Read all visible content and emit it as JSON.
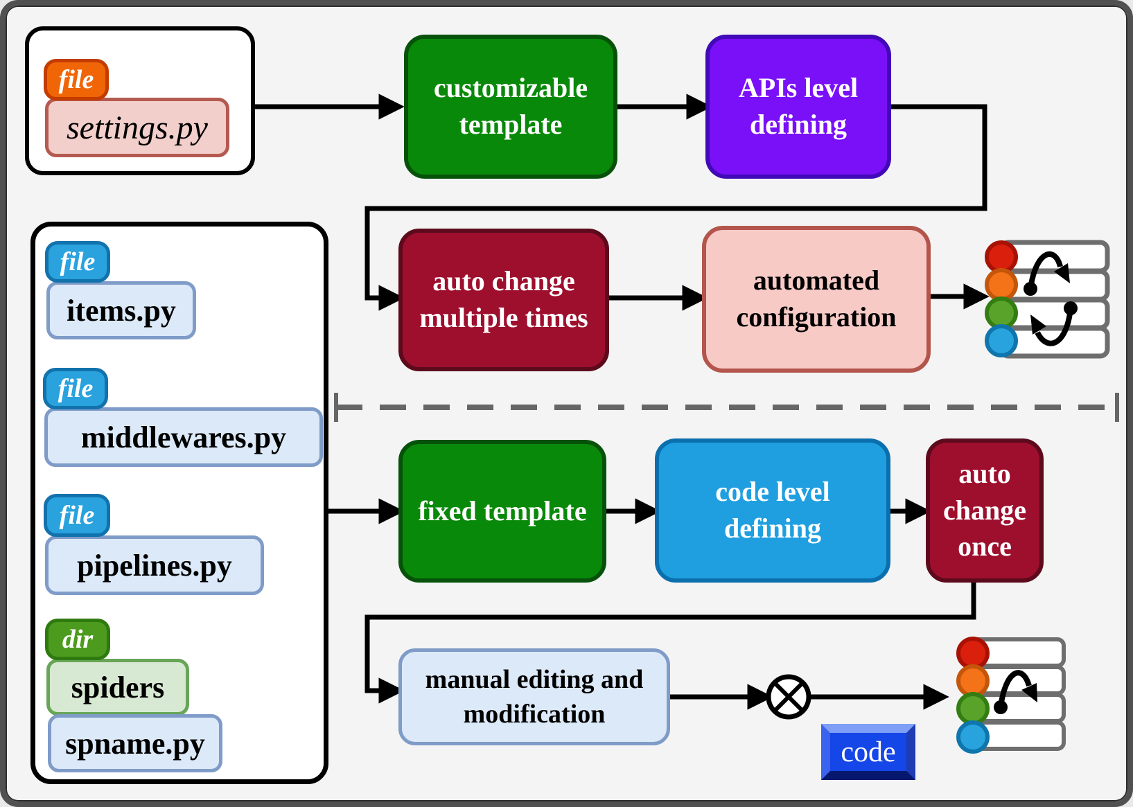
{
  "colors": {
    "background": "#f4f4f4",
    "frame_border": "#515151",
    "green_node": "#098909",
    "purple_node": "#7a10f8",
    "darkred_node": "#9e0f2e",
    "pink_node": "#f7cac6",
    "blue_node": "#1f9fe0",
    "lightblue_node": "#dce9f8",
    "orange_badge": "#f06505",
    "blue_badge": "#29a2de",
    "green_badge": "#4c9b1e",
    "code_button_blue": "#1546e8",
    "icon_red": "#da1f0c",
    "icon_orange": "#f47218",
    "icon_green": "#5aa32a",
    "icon_blue": "#29a3dd",
    "bar_gray": "#6e6e6e",
    "divider_gray": "#666666"
  },
  "source_file": {
    "badge": "file",
    "name": "settings.py"
  },
  "top_flow": {
    "customizable_template": "customizable template",
    "apis_level_defining": "APIs level defining",
    "auto_change_multiple": "auto change multiple times",
    "automated_configuration": "automated configuration"
  },
  "bottom_flow": {
    "fixed_template": "fixed template",
    "code_level_defining": "code level defining",
    "auto_change_once": "auto change once",
    "manual_editing": "manual editing and modification",
    "code_label": "code"
  },
  "file_panel": {
    "items": [
      {
        "badge": "file",
        "name": "items.py"
      },
      {
        "badge": "file",
        "name": "middlewares.py"
      },
      {
        "badge": "file",
        "name": "pipelines.py"
      },
      {
        "badge": "dir",
        "name": "spiders",
        "child": "spname.py"
      }
    ]
  },
  "icons": {
    "top_result": "rows-swap-icon",
    "bottom_result": "rows-move-once-icon",
    "operator": "circled-times-icon"
  }
}
